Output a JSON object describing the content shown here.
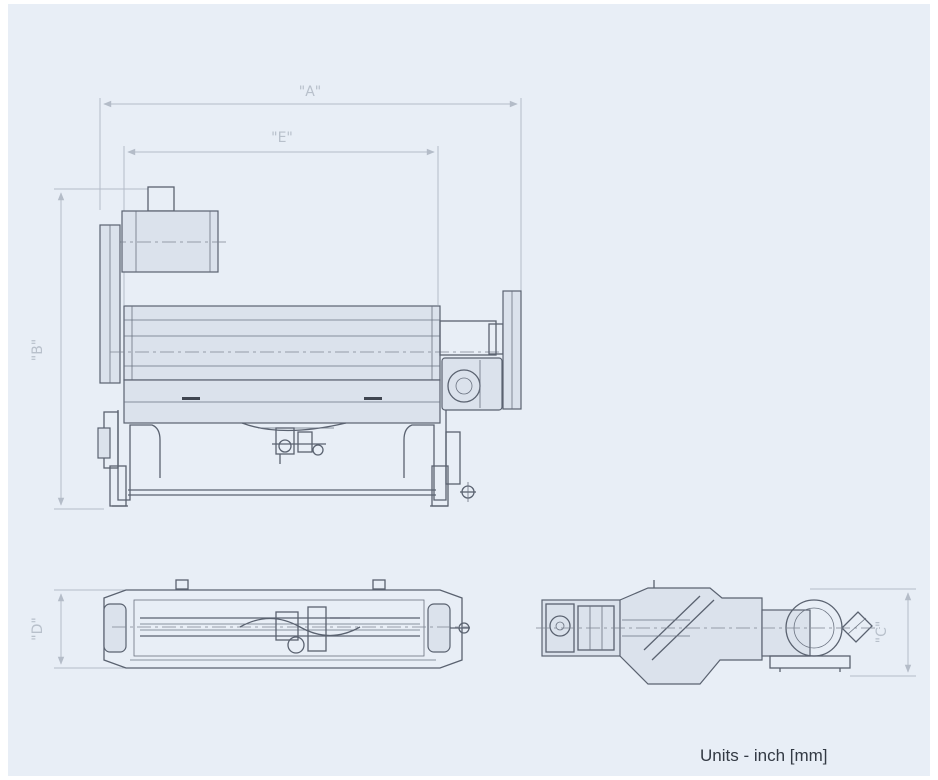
{
  "dimensions": {
    "a": "\"A\"",
    "e": "\"E\"",
    "b": "\"B\"",
    "d": "\"D\"",
    "c": "\"C\""
  },
  "units_note": "Units - inch [mm]",
  "colors": {
    "background": "#e8eef6",
    "line": "#5a6270",
    "dimension": "#b4bcc8",
    "text": "#333a44"
  }
}
